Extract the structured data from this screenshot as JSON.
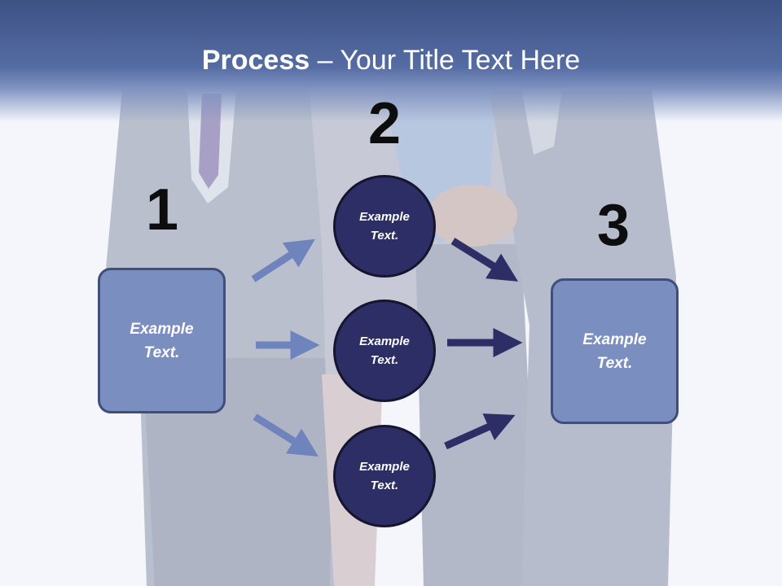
{
  "title": {
    "bold": "Process",
    "rest": " – Your Title Text Here"
  },
  "steps": [
    {
      "number": "1",
      "label": "Example Text."
    },
    {
      "number": "2",
      "circles": [
        "Example Text.",
        "Example Text.",
        "Example Text."
      ]
    },
    {
      "number": "3",
      "label": "Example Text."
    }
  ],
  "colors": {
    "header": "#4a5f95",
    "box": "#7a8ec0",
    "circle": "#2e2e66",
    "arrow_light": "#6f84bd",
    "arrow_dark": "#2e2e66"
  }
}
